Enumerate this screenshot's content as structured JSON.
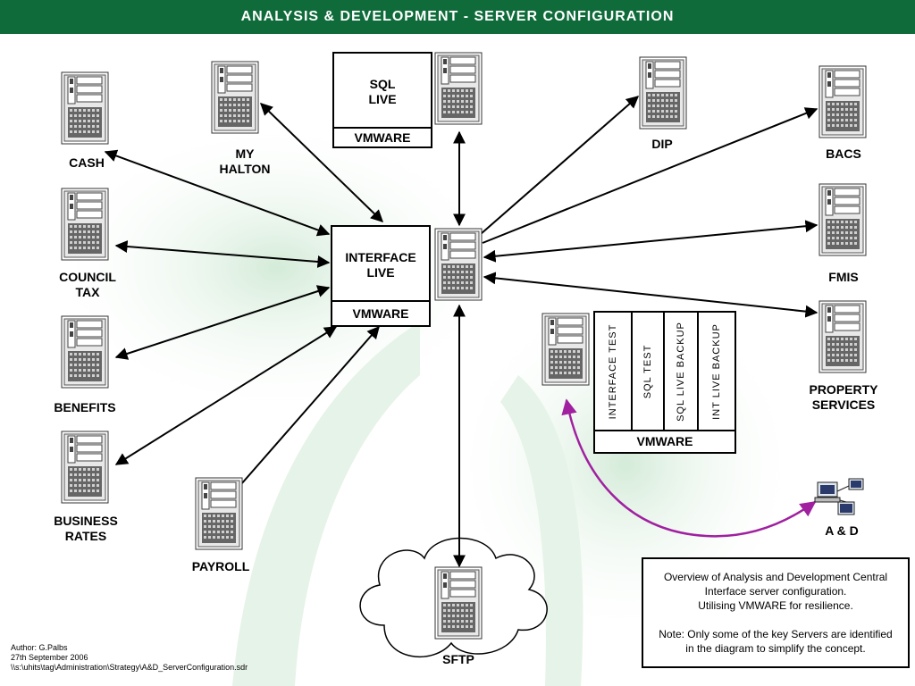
{
  "title": "ANALYSIS & DEVELOPMENT - SERVER CONFIGURATION",
  "nodes": {
    "cash": "CASH",
    "my_halton": [
      "MY",
      "HALTON"
    ],
    "sql_live": [
      "SQL",
      "LIVE"
    ],
    "dip": "DIP",
    "bacs": "BACS",
    "council_tax": [
      "COUNCIL",
      "TAX"
    ],
    "interface_live": [
      "INTERFACE",
      "LIVE"
    ],
    "fmis": "FMIS",
    "benefits": "BENEFITS",
    "property_services": [
      "PROPERTY",
      "SERVICES"
    ],
    "business_rates": [
      "BUSINESS",
      "RATES"
    ],
    "payroll": "PAYROLL",
    "sftp": "SFTP",
    "a_and_d": "A & D",
    "vmware": "VMWARE"
  },
  "test_cluster": {
    "columns": [
      "INTERFACE TEST",
      "SQL TEST",
      "SQL LIVE BACKUP",
      "INT LIVE BACKUP"
    ],
    "footer": "VMWARE"
  },
  "note": {
    "line1": "Overview of Analysis and Development Central",
    "line2": "Interface server configuration.",
    "line3": "Utilising VMWARE for resilience.",
    "line4": "Note: Only some of the key Servers are identified",
    "line5": "in the diagram to simplify the concept."
  },
  "author": {
    "line1": "Author: G.Palbs",
    "line2": "27th September 2006",
    "line3": "\\\\s:\\uhits\\tag\\Administration\\Strategy\\A&D_ServerConfiguration.sdr"
  },
  "colors": {
    "title_bg": "#0f6b3a",
    "connector": "#000000",
    "ad_link": "#a020a0",
    "swoosh": "#dff0e2"
  }
}
